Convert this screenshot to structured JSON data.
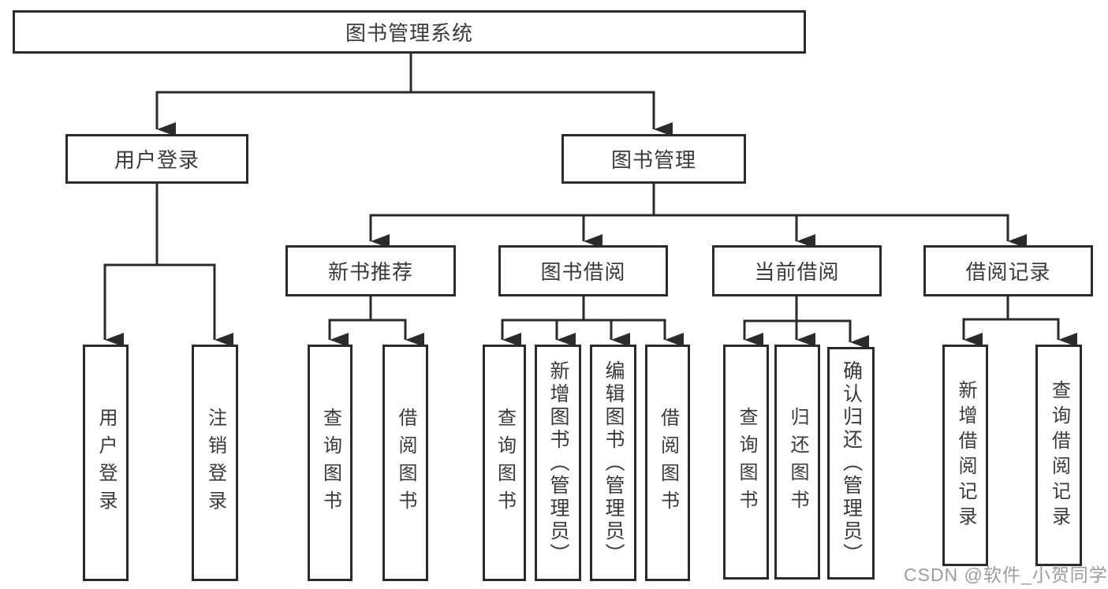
{
  "diagram": {
    "type": "hierarchy-tree",
    "title": "图书管理系统",
    "colors": {
      "line": "#2b2b2b",
      "box_border": "#2b2b2b",
      "box_fill": "#ffffff",
      "text": "#3a3a3a",
      "watermark": "#9d9d9d"
    },
    "nodes": {
      "root": "图书管理系统",
      "user_login": "用户登录",
      "book_mgmt": "图书管理",
      "login": "用户登录",
      "logout": "注销登录",
      "new_rec": "新书推荐",
      "borrow": "图书借阅",
      "current": "当前借阅",
      "records": "借阅记录",
      "nr_query": "查询图书",
      "nr_borrow": "借阅图书",
      "bo_query": "查询图书",
      "bo_add": "新增图书（管理员）",
      "bo_edit": "编辑图书（管理员）",
      "bo_borrow": "借阅图书",
      "cu_query": "查询图书",
      "cu_return": "归还图书",
      "cu_confirm": "确认归还（管理员）",
      "re_add": "新增借阅记录",
      "re_query": "查询借阅记录"
    },
    "edges": [
      [
        "root",
        "user_login"
      ],
      [
        "root",
        "book_mgmt"
      ],
      [
        "user_login",
        "login"
      ],
      [
        "user_login",
        "logout"
      ],
      [
        "book_mgmt",
        "new_rec"
      ],
      [
        "book_mgmt",
        "borrow"
      ],
      [
        "book_mgmt",
        "current"
      ],
      [
        "book_mgmt",
        "records"
      ],
      [
        "new_rec",
        "nr_query"
      ],
      [
        "new_rec",
        "nr_borrow"
      ],
      [
        "borrow",
        "bo_query"
      ],
      [
        "borrow",
        "bo_add"
      ],
      [
        "borrow",
        "bo_edit"
      ],
      [
        "borrow",
        "bo_borrow"
      ],
      [
        "current",
        "cu_query"
      ],
      [
        "current",
        "cu_return"
      ],
      [
        "current",
        "cu_confirm"
      ],
      [
        "records",
        "re_add"
      ],
      [
        "records",
        "re_query"
      ]
    ]
  },
  "watermark": {
    "text": "CSDN @软件_小贺同学"
  }
}
